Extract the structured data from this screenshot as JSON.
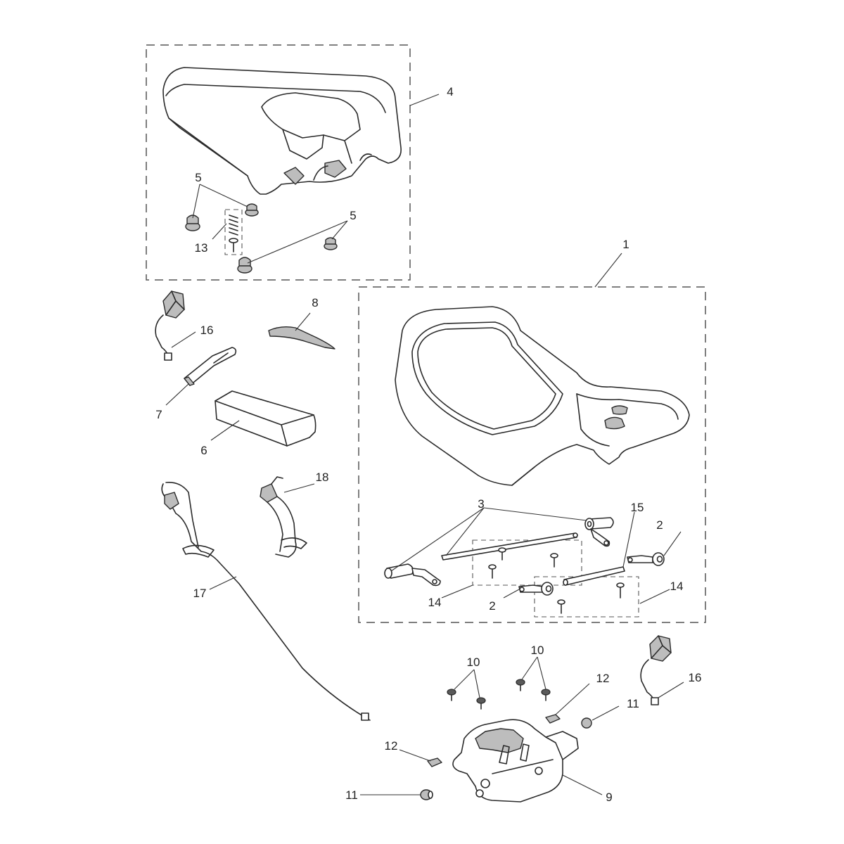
{
  "callouts": {
    "c1": "1",
    "c2a": "2",
    "c2b": "2",
    "c3": "3",
    "c4": "4",
    "c5a": "5",
    "c5b": "5",
    "c6": "6",
    "c7": "7",
    "c8": "8",
    "c9": "9",
    "c10a": "10",
    "c10b": "10",
    "c11a": "11",
    "c11b": "11",
    "c12a": "12",
    "c12b": "12",
    "c13": "13",
    "c14a": "14",
    "c14b": "14",
    "c15": "15",
    "c16a": "16",
    "c16b": "16",
    "c17": "17",
    "c18": "18"
  }
}
